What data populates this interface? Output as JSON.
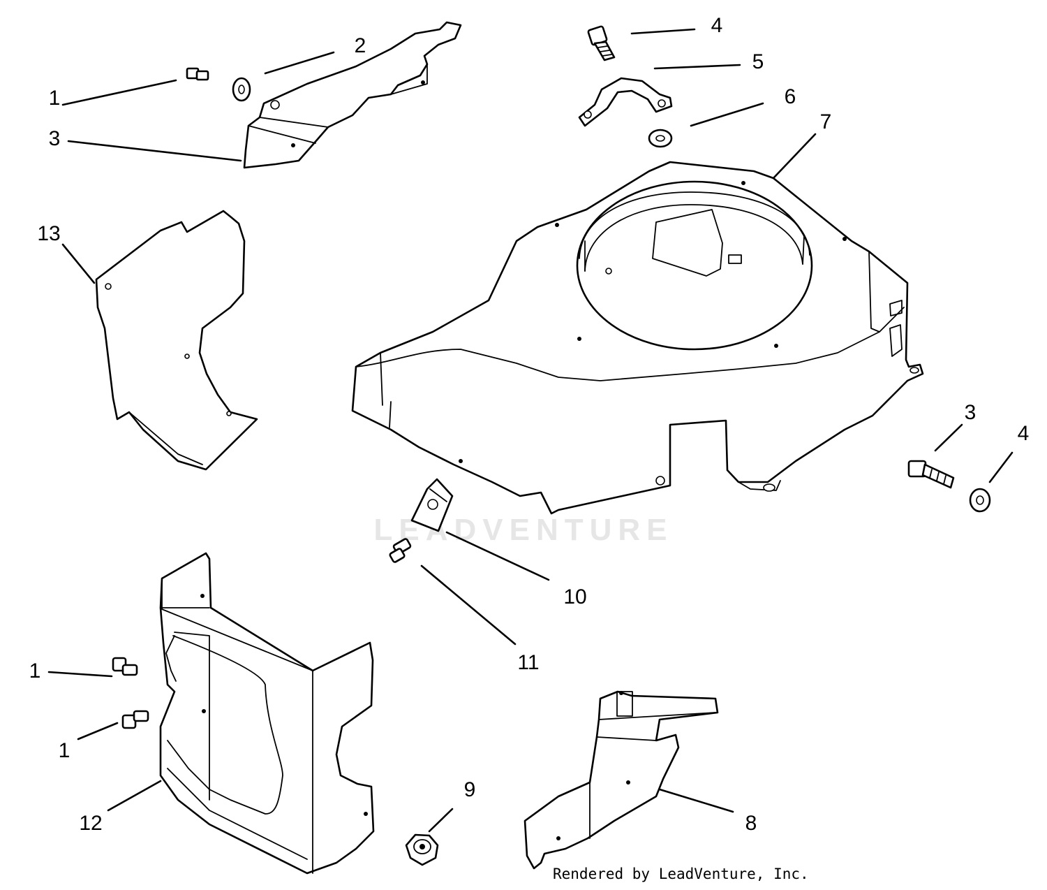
{
  "watermark": {
    "text": "LEADVENTURE",
    "color": "#e6e6e6"
  },
  "credit": "Rendered by LeadVenture, Inc.",
  "callouts": [
    {
      "id": "c1a",
      "label": "1"
    },
    {
      "id": "c2",
      "label": "2"
    },
    {
      "id": "c3a",
      "label": "3"
    },
    {
      "id": "c4a",
      "label": "4"
    },
    {
      "id": "c5",
      "label": "5"
    },
    {
      "id": "c6",
      "label": "6"
    },
    {
      "id": "c7",
      "label": "7"
    },
    {
      "id": "c13",
      "label": "13"
    },
    {
      "id": "c3b",
      "label": "3"
    },
    {
      "id": "c4b",
      "label": "4"
    },
    {
      "id": "c10",
      "label": "10"
    },
    {
      "id": "c11",
      "label": "11"
    },
    {
      "id": "c1b",
      "label": "1"
    },
    {
      "id": "c1c",
      "label": "1"
    },
    {
      "id": "c12",
      "label": "12"
    },
    {
      "id": "c9",
      "label": "9"
    },
    {
      "id": "c8",
      "label": "8"
    }
  ]
}
